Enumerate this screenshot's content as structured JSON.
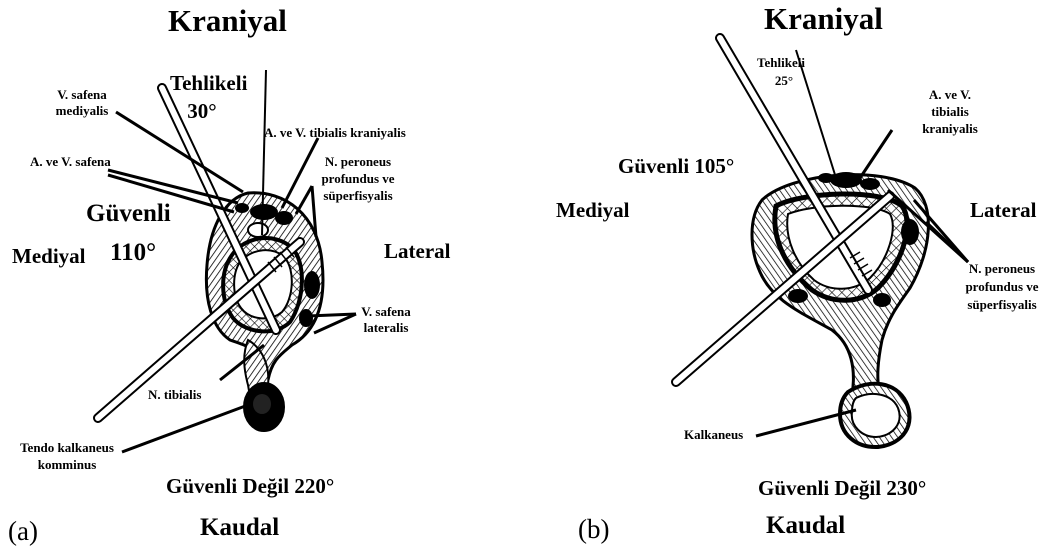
{
  "panel_a": {
    "panel_label": "(a)",
    "kraniyal": "Kraniyal",
    "kaudal": "Kaudal",
    "mediyal": "Mediyal",
    "lateral": "Lateral",
    "tehlikeli_title": "Tehlikeli",
    "tehlikeli_angle": "30°",
    "guvenli_title": "Güvenli",
    "guvenli_angle": "110°",
    "guvenli_degil": "Güvenli Değil 220°",
    "v_safena_mediyalis_1": "V. safena",
    "v_safena_mediyalis_2": "mediyalis",
    "a_v_safena": "A. ve V. safena",
    "a_v_tibialis_kraniyalis": "A. ve V. tibialis kraniyalis",
    "n_peroneus_1": "N. peroneus",
    "n_peroneus_2": "profundus ve",
    "n_peroneus_3": "süperfisyalis",
    "v_safena_lateralis_1": "V. safena",
    "v_safena_lateralis_2": "lateralis",
    "n_tibialis": "N. tibialis",
    "tendo_1": "Tendo kalkaneus",
    "tendo_2": "komminus"
  },
  "panel_b": {
    "panel_label": "(b)",
    "kraniyal": "Kraniyal",
    "kaudal": "Kaudal",
    "mediyal": "Mediyal",
    "lateral": "Lateral",
    "tehlikeli_title": "Tehlikeli",
    "tehlikeli_angle": "25°",
    "guvenli": "Güvenli 105°",
    "guvenli_degil": "Güvenli Değil 230°",
    "a_v_tibialis_1": "A. ve V.",
    "a_v_tibialis_2": "tibialis",
    "a_v_tibialis_3": "kraniyalis",
    "n_peroneus_1": "N. peroneus",
    "n_peroneus_2": "profundus ve",
    "n_peroneus_3": "süperfisyalis",
    "kalkaneus": "Kalkaneus"
  }
}
